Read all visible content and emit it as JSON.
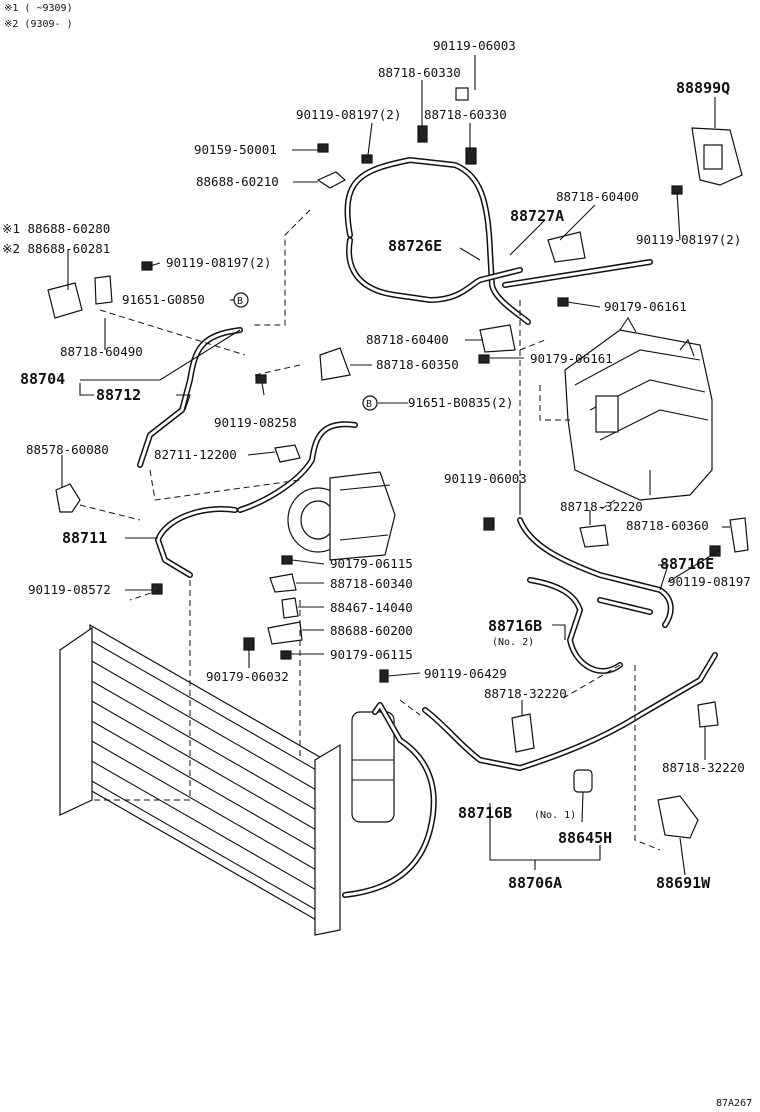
{
  "header": {
    "note1": "※1 (     ~9309)",
    "note2": "※2 (9309-     )"
  },
  "labels": {
    "p90119_06003_top": "90119-06003",
    "p88718_60330_a": "88718-60330",
    "p90119_08197_2_a": "90119-08197(2)",
    "p88718_60330_b": "88718-60330",
    "p88899Q": "88899Q",
    "p90159_50001": "90159-50001",
    "p88688_60210": "88688-60210",
    "p88718_60400_a": "88718-60400",
    "p88727A": "88727A",
    "p88688_60280": "※1 88688-60280",
    "p88688_60281": "※2 88688-60281",
    "p88726E": "88726E",
    "p90119_08197_2_b": "90119-08197(2)",
    "p90119_08197_2_c": "90119-08197(2)",
    "p91651_G0850": "91651-G0850",
    "badge_b1": "B",
    "p90179_06161_a": "90179-06161",
    "p88718_60490": "88718-60490",
    "p88718_60400_b": "88718-60400",
    "p88718_60350": "88718-60350",
    "p90179_06161_b": "90179-06161",
    "p88704": "88704",
    "p88712": "88712",
    "p90119_08258": "90119-08258",
    "p91651_B0835": "91651-B0835(2)",
    "badge_b2": "B",
    "p88578_60080": "88578-60080",
    "p82711_12200": "82711-12200",
    "p90119_06003_mid": "90119-06003",
    "p88718_32220_a": "88718-32220",
    "p88718_60360": "88718-60360",
    "p88711": "88711",
    "p90179_06115_a": "90179-06115",
    "p88716E": "88716E",
    "p90119_08197_d": "90119-08197",
    "p90119_08572": "90119-08572",
    "p88718_60340": "88718-60340",
    "p88467_14040": "88467-14040",
    "p88716B_2": "88716B",
    "no2": "(No. 2)",
    "p88688_60200": "88688-60200",
    "p90179_06115_b": "90179-06115",
    "p90179_06032": "90179-06032",
    "p90119_06429": "90119-06429",
    "p88718_32220_b": "88718-32220",
    "p88718_32220_c": "88718-32220",
    "p88716B_1": "88716B",
    "no1": "(No. 1)",
    "p88645H": "88645H",
    "p88706A": "88706A",
    "p88691W": "88691W",
    "figure_code": "87A267"
  }
}
